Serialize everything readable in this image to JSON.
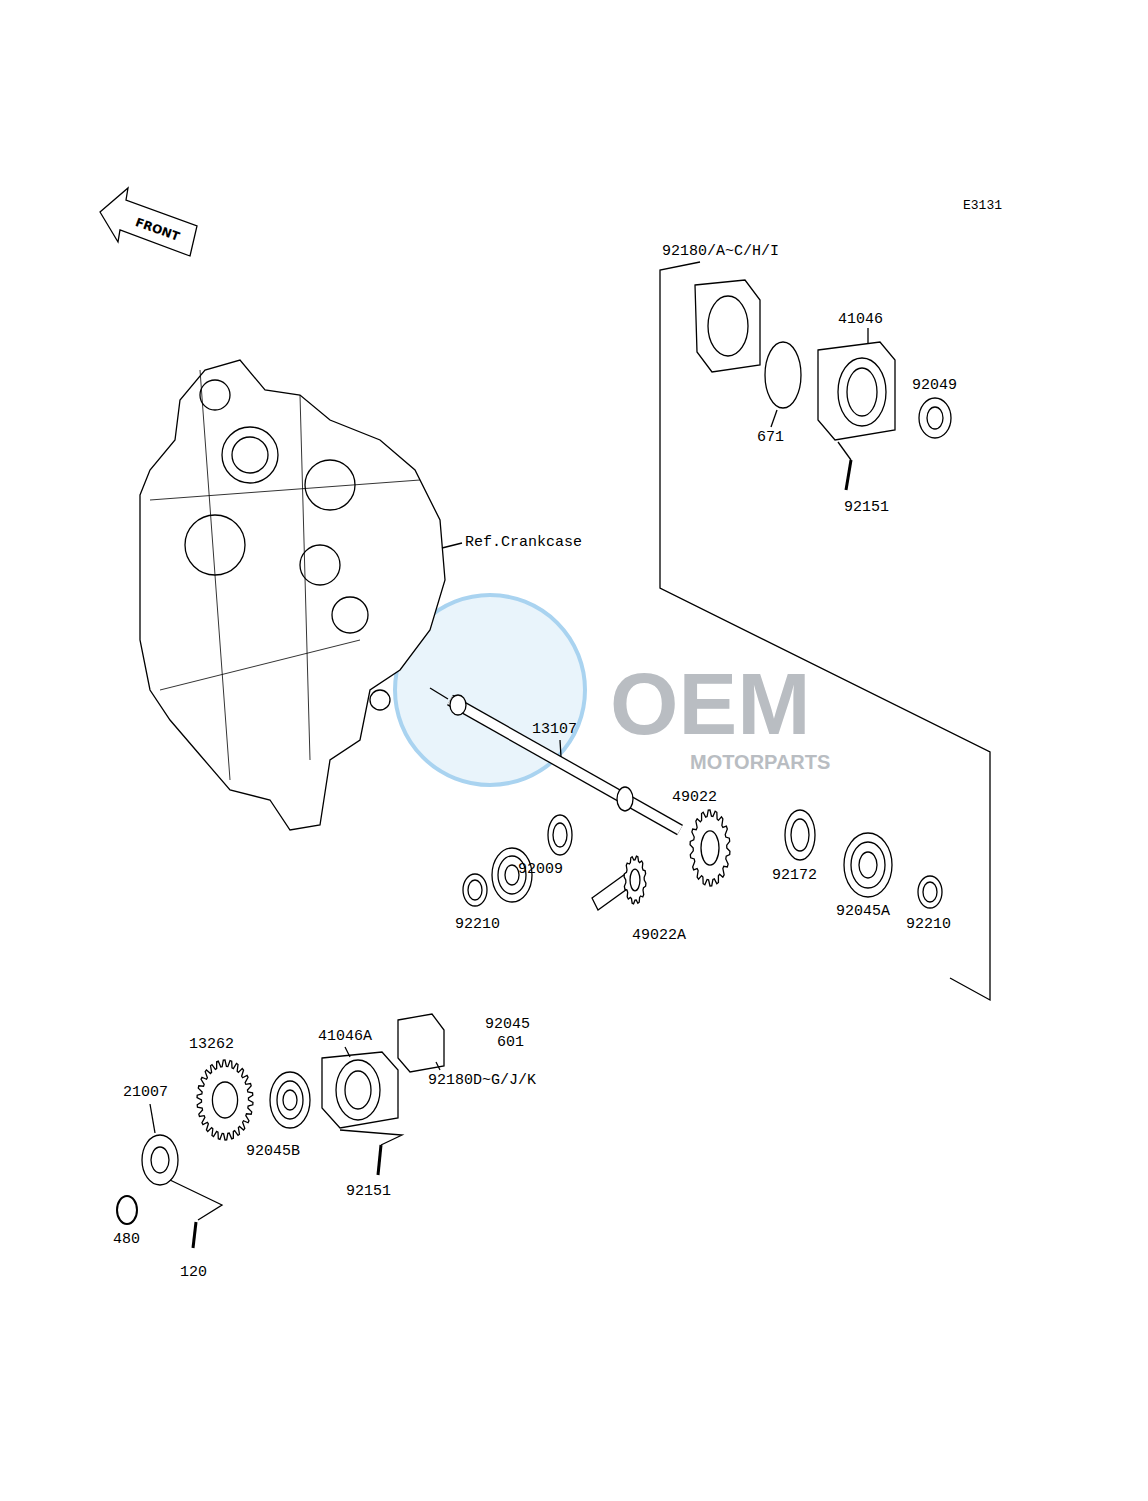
{
  "diagram": {
    "labels": [
      "E3131",
      "FRONT",
      "92180/A~C/H/I",
      "41046",
      "92049",
      "671",
      "92151",
      "Ref.Crankcase",
      "13107",
      "49022",
      "92172",
      "92045A",
      "92210",
      "92009",
      "49022A",
      "92210",
      "92045",
      "601",
      "41046A",
      "92180D~G/J/K",
      "13262",
      "21007",
      "92045B",
      "92151",
      "480",
      "120",
      "OEM",
      "MOTORPARTS"
    ]
  }
}
